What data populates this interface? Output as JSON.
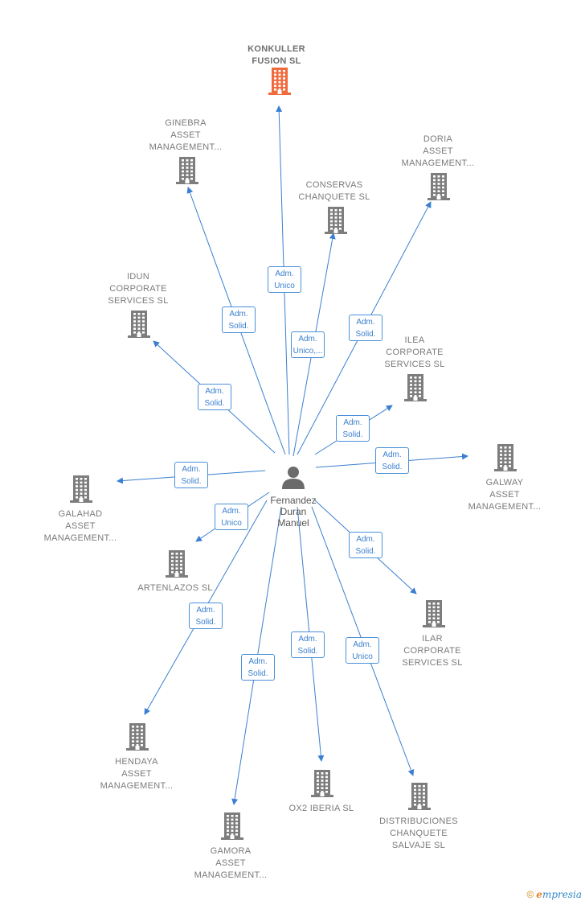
{
  "center": {
    "name": "Fernandez\nDuran\nManuel"
  },
  "colors": {
    "edge": "#3b7fd0",
    "building": "#7d7d7d",
    "highlight": "#f06a3d",
    "person": "#6b6b6b"
  },
  "companies": [
    {
      "id": "konkuller",
      "label": "KONKULLER\nFUSION  SL",
      "role": "Adm.\nUnico",
      "highlight": true
    },
    {
      "id": "ginebra",
      "label": "GINEBRA\nASSET\nMANAGEMENT...",
      "role": "Adm.\nSolid."
    },
    {
      "id": "conservas",
      "label": "CONSERVAS\nCHANQUETE SL",
      "role": "Adm.\nUnico,..."
    },
    {
      "id": "doria",
      "label": "DORIA\nASSET\nMANAGEMENT...",
      "role": "Adm.\nSolid."
    },
    {
      "id": "idun",
      "label": "IDUN\nCORPORATE\nSERVICES  SL",
      "role": "Adm.\nSolid."
    },
    {
      "id": "ilea",
      "label": "ILEA\nCORPORATE\nSERVICES  SL",
      "role": "Adm.\nSolid."
    },
    {
      "id": "galway",
      "label": "GALWAY\nASSET\nMANAGEMENT...",
      "role": "Adm.\nSolid."
    },
    {
      "id": "galahad",
      "label": "GALAHAD\nASSET\nMANAGEMENT...",
      "role": "Adm.\nSolid."
    },
    {
      "id": "artenlazos",
      "label": "ARTENLAZOS SL",
      "role": "Adm.\nUnico"
    },
    {
      "id": "ilar",
      "label": "ILAR\nCORPORATE\nSERVICES  SL",
      "role": "Adm.\nSolid."
    },
    {
      "id": "hendaya",
      "label": "HENDAYA\nASSET\nMANAGEMENT...",
      "role": "Adm.\nSolid."
    },
    {
      "id": "gamora",
      "label": "GAMORA\nASSET\nMANAGEMENT...",
      "role": "Adm.\nSolid."
    },
    {
      "id": "ox2",
      "label": "OX2 IBERIA  SL",
      "role": "Adm.\nSolid."
    },
    {
      "id": "distribuciones",
      "label": "DISTRIBUCIONES\nCHANQUETE\nSALVAJE  SL",
      "role": "Adm.\nUnico"
    }
  ],
  "brand": {
    "copyright": "©",
    "first_letter": "e",
    "rest": "mpresia"
  }
}
